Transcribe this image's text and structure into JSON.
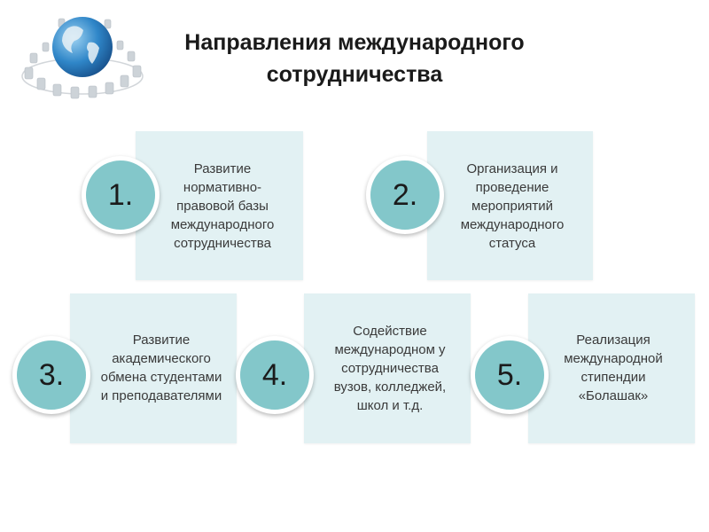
{
  "title": "Направления международного\nсотрудничества",
  "colors": {
    "card_bg": "#e2f1f3",
    "badge_fill": "#83c7ca",
    "text": "#3a3a3a"
  },
  "logo": {
    "icon": "globe-with-chairs-icon"
  },
  "items": [
    {
      "number": "1.",
      "text": "Развитие\nнормативно-\nправовой базы\nмеждународного\nсотрудничества"
    },
    {
      "number": "2.",
      "text": "Организация и\nпроведение\nмероприятий\nмеждународного\nстатуса"
    },
    {
      "number": "3.",
      "text": "Развитие\nакадемического\nобмена студентами\nи преподавателями"
    },
    {
      "number": "4.",
      "text": "Содействие\nмеждународном у\nсотрудничества\nвузов, колледжей,\nшкол и т.д."
    },
    {
      "number": "5.",
      "text": "Реализация\nмеждународной\nстипендии\n«Болашак»"
    }
  ]
}
